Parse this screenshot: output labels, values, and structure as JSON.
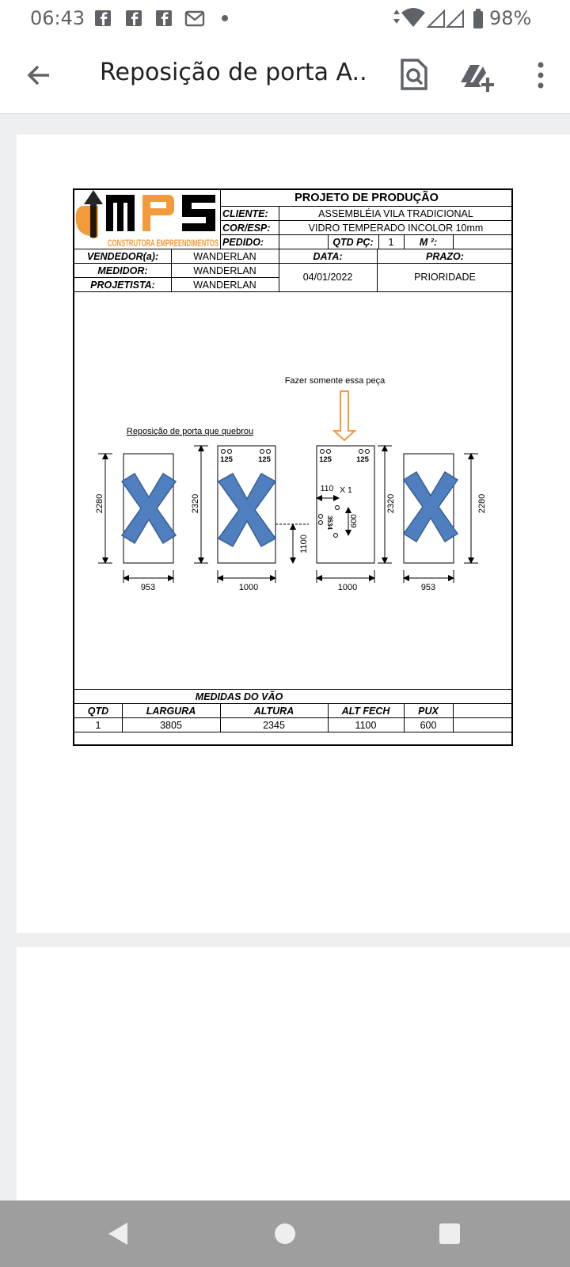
{
  "status_bar": {
    "time": "06:43",
    "battery": "98%",
    "notification_icons": [
      "facebook-icon",
      "facebook-icon",
      "facebook-icon",
      "gmail-icon",
      "dot-icon"
    ],
    "system_icons": [
      "data-arrows-icon",
      "wifi-icon",
      "signal-icon",
      "signal-icon",
      "battery-icon"
    ]
  },
  "app_bar": {
    "title": "Reposição de porta A...",
    "actions": [
      "search-document-icon",
      "drive-add-icon",
      "more-vert-icon"
    ]
  },
  "document": {
    "logo_text": "MPS",
    "logo_subtitle": "CONSTRUTORA EMPREENDIMENTOS",
    "title": "PROJETO DE PRODUÇÃO",
    "labels": {
      "cliente": "CLIENTE:",
      "cor_esp": "COR/ESP:",
      "pedido": "PEDIDO:",
      "qtd_pc": "QTD PÇ:",
      "m2": "M ²:",
      "vendedor": "VENDEDOR(a):",
      "medidor": "MEDIDOR:",
      "projetista": "PROJETISTA:",
      "data": "DATA:",
      "prazo": "PRAZO:"
    },
    "values": {
      "cliente": "ASSEMBLÉIA VILA TRADICIONAL",
      "cor_esp": "VIDRO TEMPERADO INCOLOR 10mm",
      "qtd_pc": "1",
      "vendedor": "WANDERLAN",
      "medidor": "WANDERLAN",
      "projetista": "WANDERLAN",
      "data": "04/01/2022",
      "prazo": "PRIORIDADE"
    },
    "drawing": {
      "note_top": "Fazer somente essa peça",
      "note_left": "Reposição de porta que quebrou",
      "panels": [
        {
          "width_label": "953",
          "height_label": "2280",
          "crossed": true
        },
        {
          "width_label": "1000",
          "height_label": "2320",
          "crossed": true
        },
        {
          "width_label": "1000",
          "height_label": "2320",
          "crossed": false
        },
        {
          "width_label": "953",
          "height_label": "2280",
          "crossed": true
        }
      ],
      "hole_label": "125",
      "dim_110": "110",
      "dim_x1": "X 1",
      "dim_600": "600",
      "dim_1100": "1100",
      "dim_3534": "3534"
    },
    "measures": {
      "title": "MEDIDAS DO VÃO",
      "headers": [
        "QTD",
        "LARGURA",
        "ALTURA",
        "ALT FECH",
        "PUX"
      ],
      "row": [
        "1",
        "3805",
        "2345",
        "1100",
        "600"
      ]
    }
  },
  "colors": {
    "cross": "#4f7fbf",
    "orange": "#f39a3b",
    "nav_bar": "#9e9e9e"
  },
  "nav_bar": {
    "buttons": [
      "back-triangle-icon",
      "home-circle-icon",
      "recents-square-icon"
    ]
  }
}
